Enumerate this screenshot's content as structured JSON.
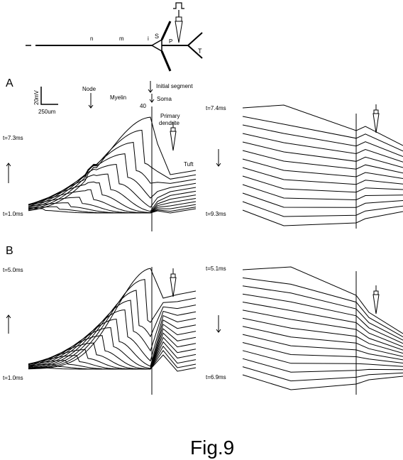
{
  "schematic": {
    "labels": {
      "n": "n",
      "m": "m",
      "i": "i",
      "s": "S",
      "p": "P",
      "t": "T"
    }
  },
  "panels": {
    "a": {
      "letter": "A"
    },
    "b": {
      "letter": "B"
    }
  },
  "annotations": {
    "node": "Node",
    "myelin": "Myelin",
    "initial_segment": "Initial segment",
    "soma": "Soma",
    "primary": "Primary",
    "dendrite": "dendrite",
    "tuft": "Tuft",
    "value_40": "40"
  },
  "scale_bar": {
    "voltage": "20mV",
    "length": "250um"
  },
  "time_labels": {
    "a_left_top": "t=7.3ms",
    "a_left_bottom": "t=1.0ms",
    "a_right_top": "t=7.4ms",
    "a_right_bottom": "t=9.3ms",
    "b_left_top": "t=5.0ms",
    "b_left_bottom": "t=1.0ms",
    "b_right_top": "t=5.1ms",
    "b_right_bottom": "t=6.9ms"
  },
  "caption": "Fig.9",
  "colors": {
    "ink": "#000000",
    "background": "#ffffff"
  }
}
